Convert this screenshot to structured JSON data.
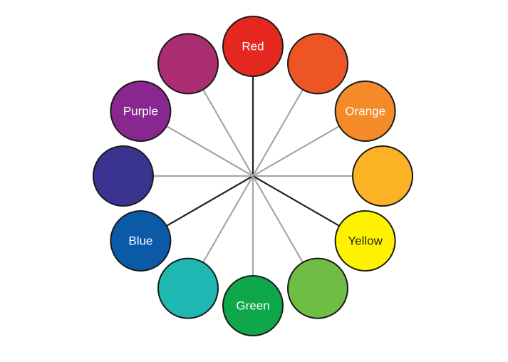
{
  "colors": [
    {
      "id": "red",
      "label": "Red",
      "hex": "#e5281f",
      "text_color": "#ffffff",
      "spoke": "#222222"
    },
    {
      "id": "red-orange",
      "label": "",
      "hex": "#ee5525",
      "text_color": "#ffffff",
      "spoke": "#a6a6a6"
    },
    {
      "id": "orange",
      "label": "Orange",
      "hex": "#f58a28",
      "text_color": "#ffffff",
      "spoke": "#a6a6a6"
    },
    {
      "id": "yellow-orange",
      "label": "",
      "hex": "#fbb325",
      "text_color": "#ffffff",
      "spoke": "#a6a6a6"
    },
    {
      "id": "yellow",
      "label": "Yellow",
      "hex": "#fff200",
      "text_color": "#222222",
      "spoke": "#222222"
    },
    {
      "id": "yellow-green",
      "label": "",
      "hex": "#6fbd44",
      "text_color": "#ffffff",
      "spoke": "#a6a6a6"
    },
    {
      "id": "green",
      "label": "Green",
      "hex": "#0ea84a",
      "text_color": "#ffffff",
      "spoke": "#a6a6a6"
    },
    {
      "id": "blue-green",
      "label": "",
      "hex": "#1fb7b2",
      "text_color": "#ffffff",
      "spoke": "#a6a6a6"
    },
    {
      "id": "blue",
      "label": "Blue",
      "hex": "#0a5aa8",
      "text_color": "#ffffff",
      "spoke": "#222222"
    },
    {
      "id": "blue-purple",
      "label": "",
      "hex": "#3a3390",
      "text_color": "#ffffff",
      "spoke": "#a6a6a6"
    },
    {
      "id": "purple",
      "label": "Purple",
      "hex": "#87278f",
      "text_color": "#ffffff",
      "spoke": "#a6a6a6"
    },
    {
      "id": "red-purple",
      "label": "",
      "hex": "#ab2d72",
      "text_color": "#ffffff",
      "spoke": "#a6a6a6"
    }
  ]
}
